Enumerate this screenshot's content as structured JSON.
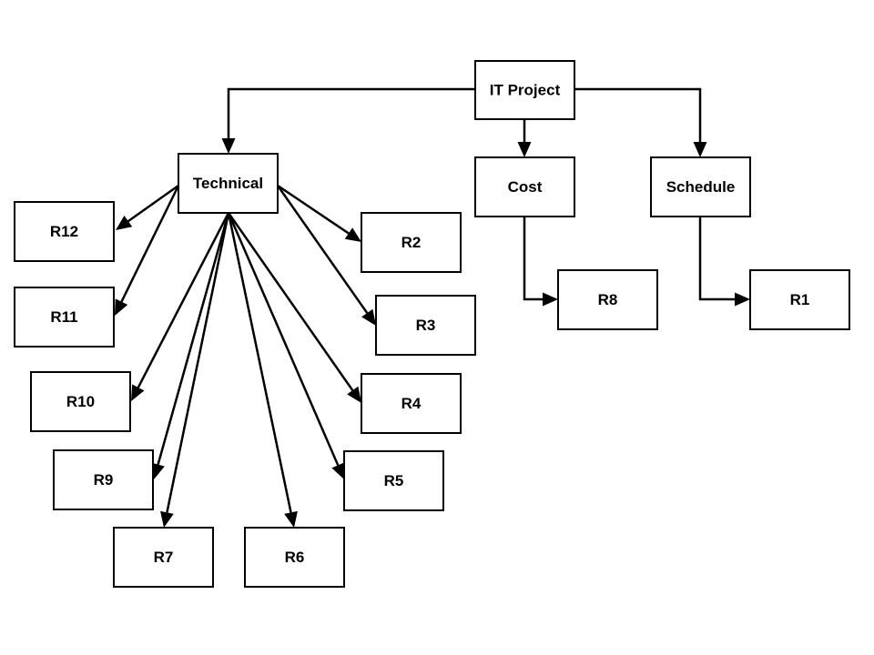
{
  "diagram": {
    "type": "hierarchy",
    "nodes": {
      "it_project": "IT Project",
      "technical": "Technical",
      "cost": "Cost",
      "schedule": "Schedule",
      "r1": "R1",
      "r2": "R2",
      "r3": "R3",
      "r4": "R4",
      "r5": "R5",
      "r6": "R6",
      "r7": "R7",
      "r8": "R8",
      "r9": "R9",
      "r10": "R10",
      "r11": "R11",
      "r12": "R12"
    },
    "edges": [
      {
        "from": "it_project",
        "to": "technical"
      },
      {
        "from": "it_project",
        "to": "cost"
      },
      {
        "from": "it_project",
        "to": "schedule"
      },
      {
        "from": "cost",
        "to": "r8"
      },
      {
        "from": "schedule",
        "to": "r1"
      },
      {
        "from": "technical",
        "to": "r12"
      },
      {
        "from": "technical",
        "to": "r11"
      },
      {
        "from": "technical",
        "to": "r10"
      },
      {
        "from": "technical",
        "to": "r9"
      },
      {
        "from": "technical",
        "to": "r7"
      },
      {
        "from": "technical",
        "to": "r6"
      },
      {
        "from": "technical",
        "to": "r5"
      },
      {
        "from": "technical",
        "to": "r4"
      },
      {
        "from": "technical",
        "to": "r3"
      },
      {
        "from": "technical",
        "to": "r2"
      }
    ]
  }
}
